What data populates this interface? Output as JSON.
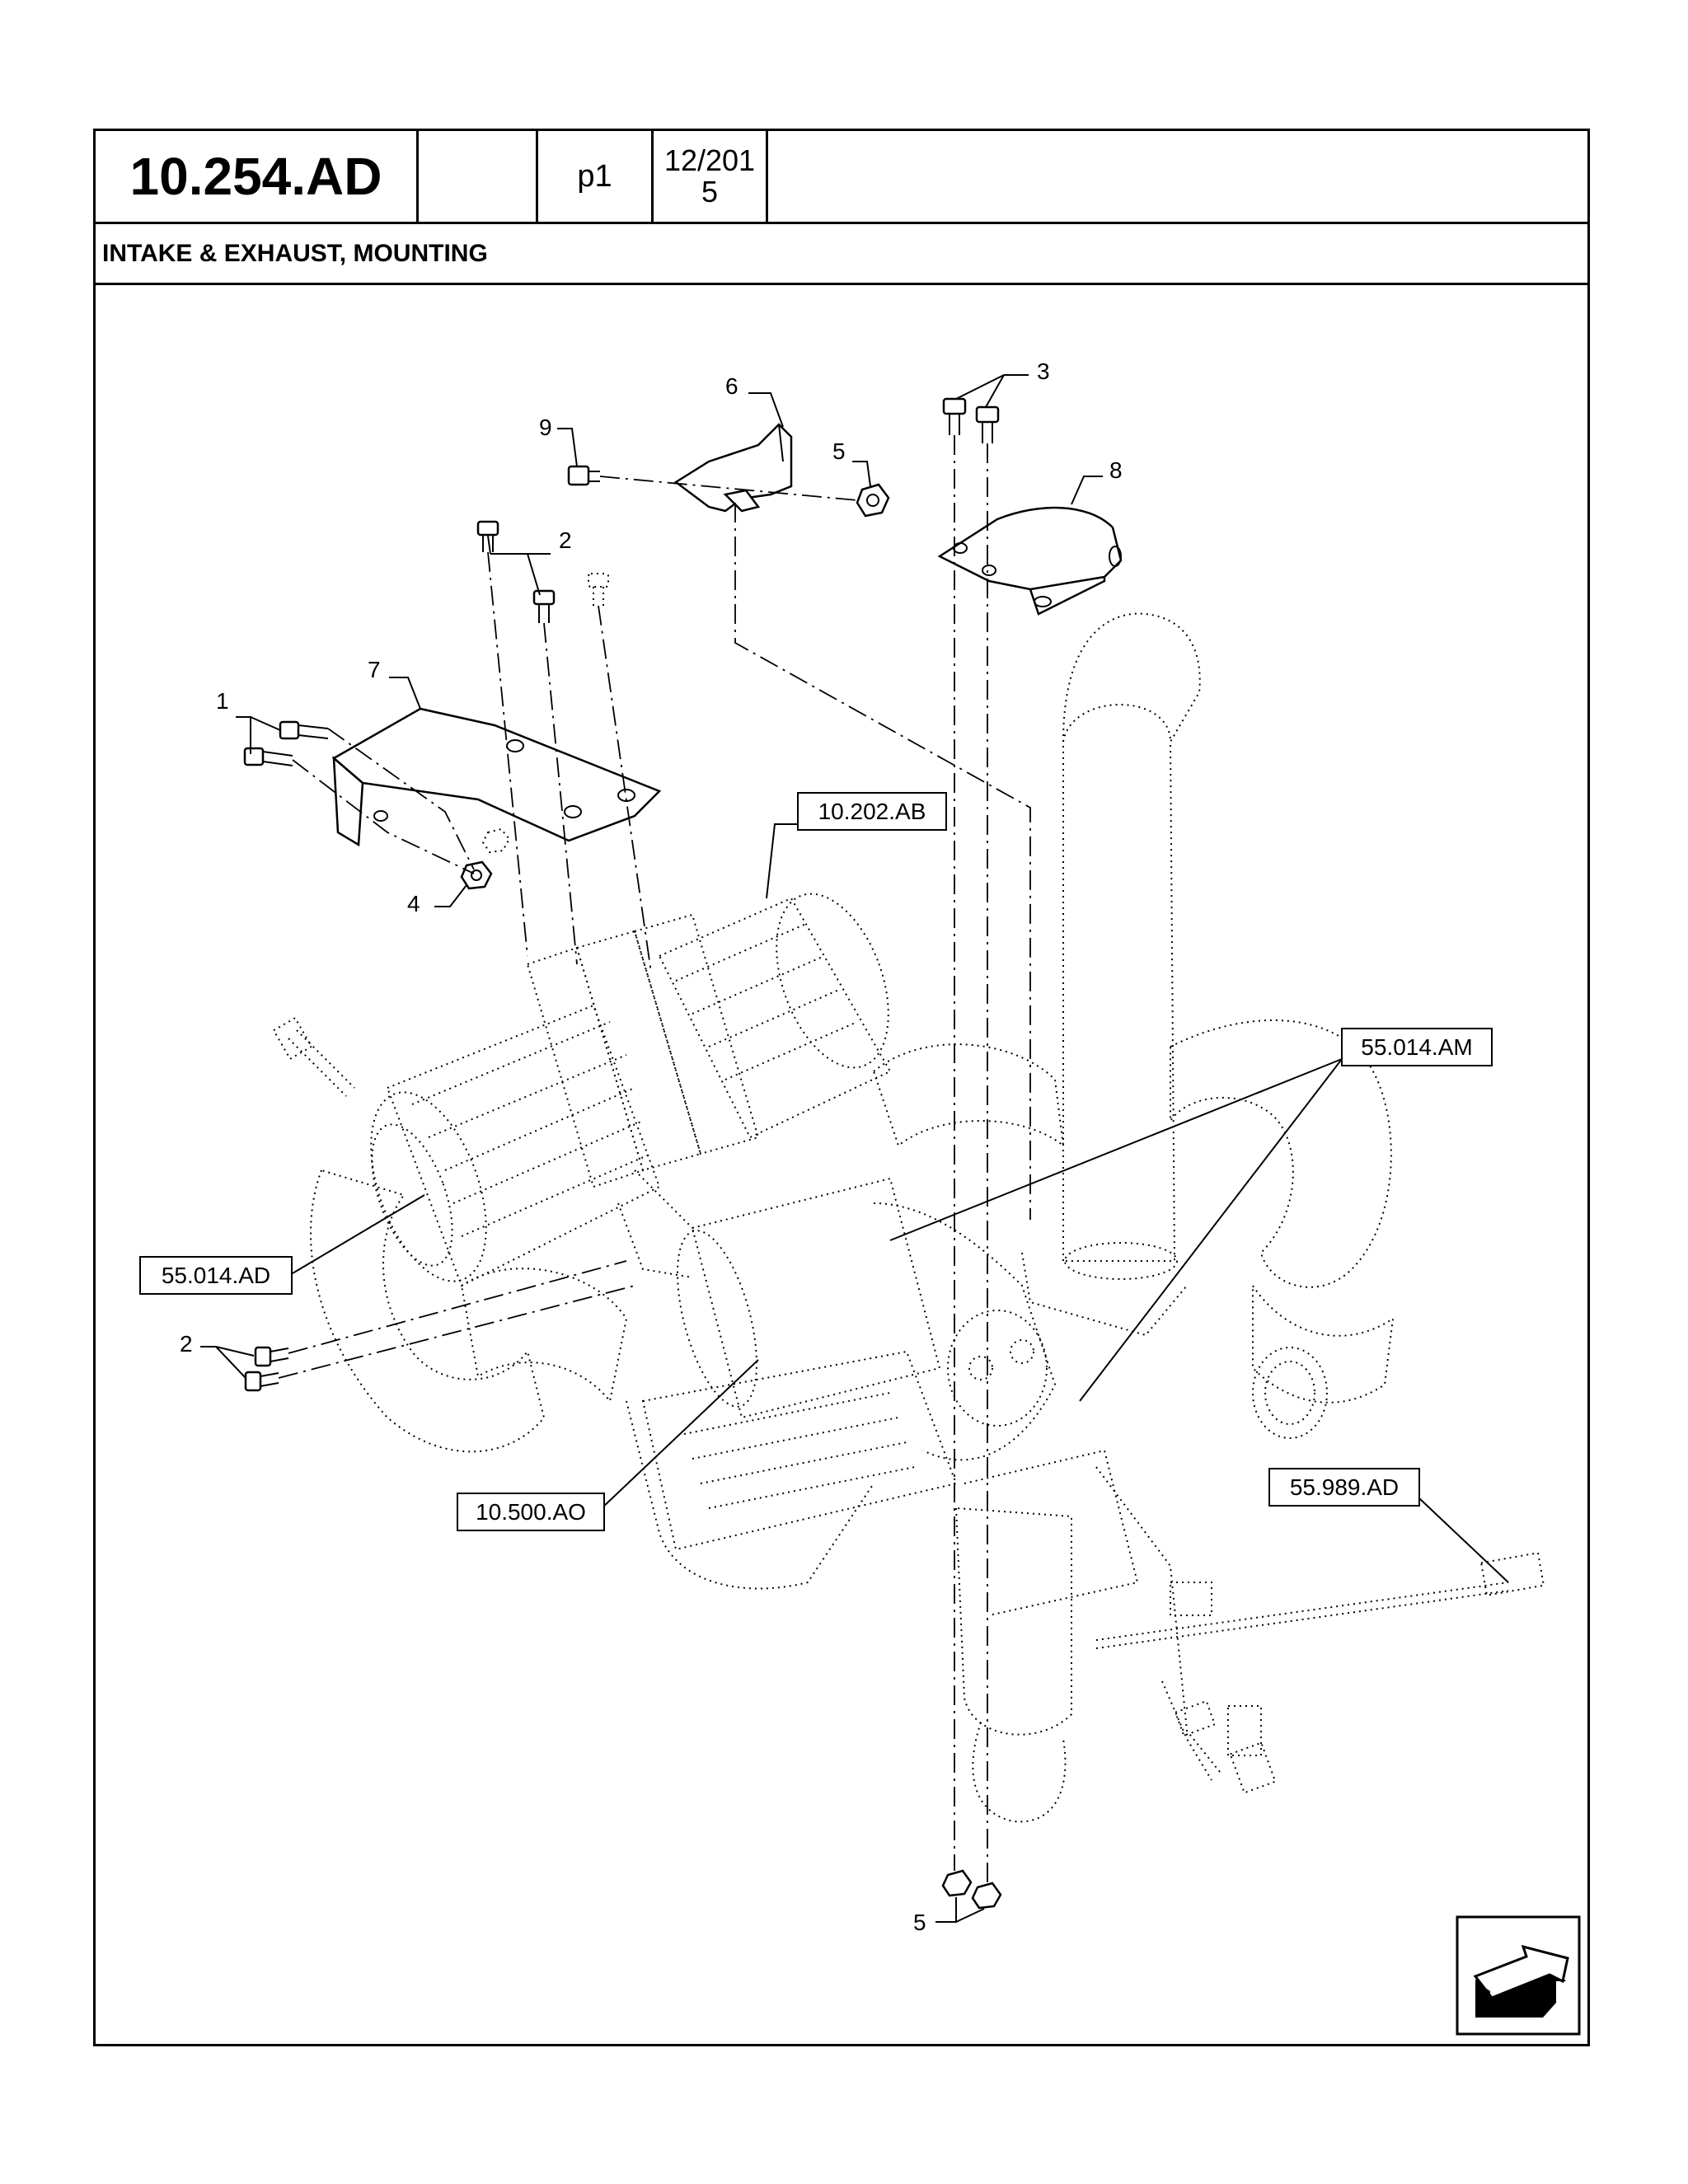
{
  "header": {
    "code": "10.254.AD",
    "blank": "",
    "page": "p1",
    "date_line1": "12/201",
    "date_line2": "5"
  },
  "title": "INTAKE & EXHAUST, MOUNTING",
  "callouts": {
    "c1": "1",
    "c2a": "2",
    "c2b": "2",
    "c3": "3",
    "c4": "4",
    "c5a": "5",
    "c5b": "5",
    "c6": "6",
    "c7": "7",
    "c8": "8",
    "c9": "9"
  },
  "references": {
    "r_10_202_AB": "10.202.AB",
    "r_55_014_AM": "55.014.AM",
    "r_55_014_AD": "55.014.AD",
    "r_10_500_AO": "10.500.AO",
    "r_55_989_AD": "55.989.AD"
  },
  "icons": {
    "nav": "arrow-back-icon"
  }
}
